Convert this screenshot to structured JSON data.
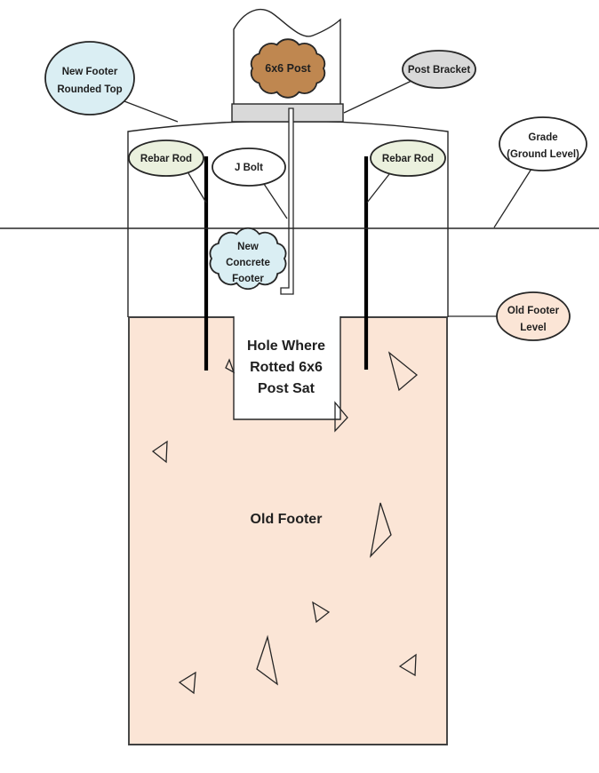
{
  "colors": {
    "light_blue": "#DAEEF3",
    "light_green": "#EBF1DE",
    "gray": "#D9D9D9",
    "peach": "#FBE5D6",
    "brown": "#BF8750",
    "white": "#FFFFFF"
  },
  "callouts": {
    "new_footer_rounded_top": {
      "lines": [
        "New Footer",
        "Rounded Top"
      ]
    },
    "post_6x6": {
      "label": "6x6 Post"
    },
    "post_bracket": {
      "label": "Post Bracket"
    },
    "grade": {
      "lines": [
        "Grade",
        "(Ground Level)"
      ]
    },
    "rebar_rod_left": {
      "label": "Rebar Rod"
    },
    "j_bolt": {
      "label": "J Bolt"
    },
    "rebar_rod_right": {
      "label": "Rebar Rod"
    },
    "new_concrete_footer": {
      "lines": [
        "New",
        "Concrete",
        "Footer"
      ]
    },
    "old_footer_level": {
      "lines": [
        "Old Footer",
        "Level"
      ]
    }
  },
  "labels": {
    "hole": {
      "lines": [
        "Hole Where",
        "Rotted 6x6",
        "Post Sat"
      ]
    },
    "old_footer": "Old Footer"
  }
}
